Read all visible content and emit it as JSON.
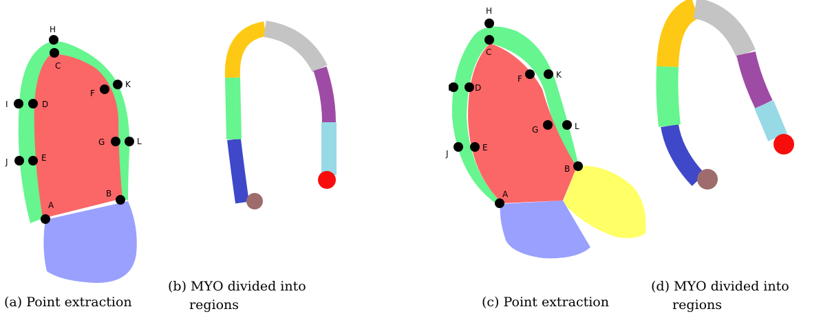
{
  "panels": [
    {
      "caption_line1": "(a) Point extraction",
      "caption_line2": "",
      "points": [
        {
          "id": "H",
          "label": "H"
        },
        {
          "id": "C",
          "label": "C"
        },
        {
          "id": "K",
          "label": "K"
        },
        {
          "id": "F",
          "label": "F"
        },
        {
          "id": "I",
          "label": "I"
        },
        {
          "id": "D",
          "label": "D"
        },
        {
          "id": "G",
          "label": "G"
        },
        {
          "id": "L",
          "label": "L"
        },
        {
          "id": "J",
          "label": "J"
        },
        {
          "id": "E",
          "label": "E"
        },
        {
          "id": "B",
          "label": "B"
        },
        {
          "id": "A",
          "label": "A"
        }
      ]
    },
    {
      "caption_line1": "(b) MYO divided into",
      "caption_line2": "regions",
      "points": []
    },
    {
      "caption_line1": "(c) Point extraction",
      "caption_line2": "",
      "points": [
        {
          "id": "H",
          "label": "H"
        },
        {
          "id": "C",
          "label": "C"
        },
        {
          "id": "F",
          "label": "F"
        },
        {
          "id": "K",
          "label": "K"
        },
        {
          "id": "I",
          "label": "I"
        },
        {
          "id": "D",
          "label": "D"
        },
        {
          "id": "G",
          "label": "G"
        },
        {
          "id": "L",
          "label": "L"
        },
        {
          "id": "J",
          "label": "J"
        },
        {
          "id": "E",
          "label": "E"
        },
        {
          "id": "B",
          "label": "B"
        },
        {
          "id": "A",
          "label": "A"
        }
      ]
    },
    {
      "caption_line1": "(d) MYO divided into",
      "caption_line2": "regions",
      "points": []
    }
  ],
  "colors": {
    "myocardium": "#66f58e",
    "left_ventricle": "#fb6666",
    "left_atrium": "#99a0fe",
    "right_ventricle": "#ffff66",
    "segment_yellow": "#fec914",
    "segment_gray": "#c4c4c4",
    "segment_green": "#66f58e",
    "segment_purple": "#9e4ba5",
    "segment_lightblue": "#98d9e6",
    "segment_blue": "#3e48c9",
    "end_marker_brown": "#9e6c6c",
    "end_marker_red": "#f80d0d",
    "landmark": "#000000"
  }
}
